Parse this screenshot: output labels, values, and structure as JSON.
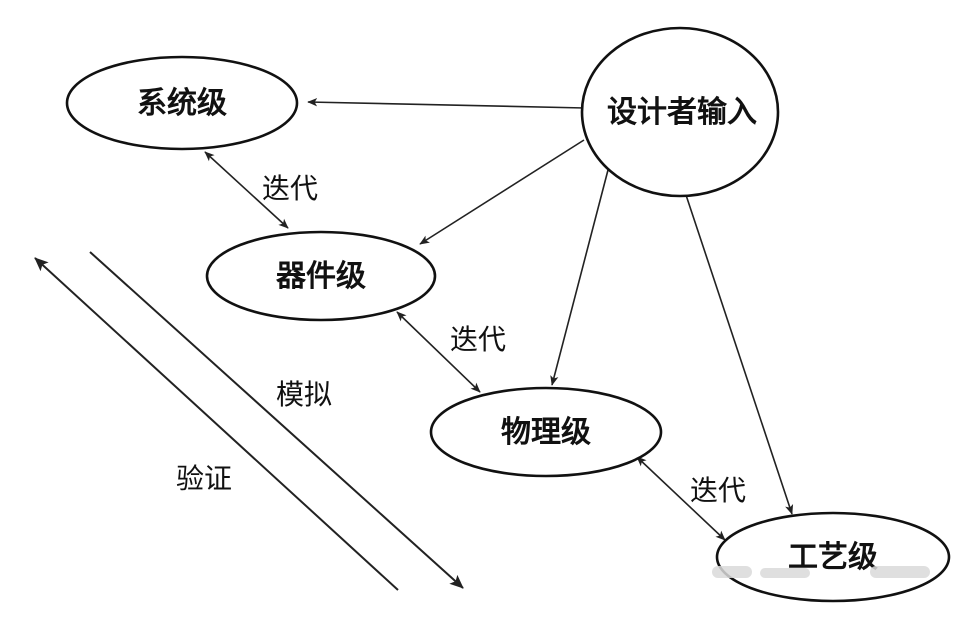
{
  "diagram": {
    "nodes": {
      "system": "系统级",
      "device": "器件级",
      "physical": "物理级",
      "process": "工艺级",
      "designer_input": "设计者输入"
    },
    "edge_labels": {
      "iter1": "迭代",
      "iter2": "迭代",
      "iter3": "迭代"
    },
    "side_labels": {
      "simulation": "模拟",
      "verification": "验证"
    },
    "colors": {
      "stroke": "#111111",
      "background": "#ffffff"
    }
  }
}
